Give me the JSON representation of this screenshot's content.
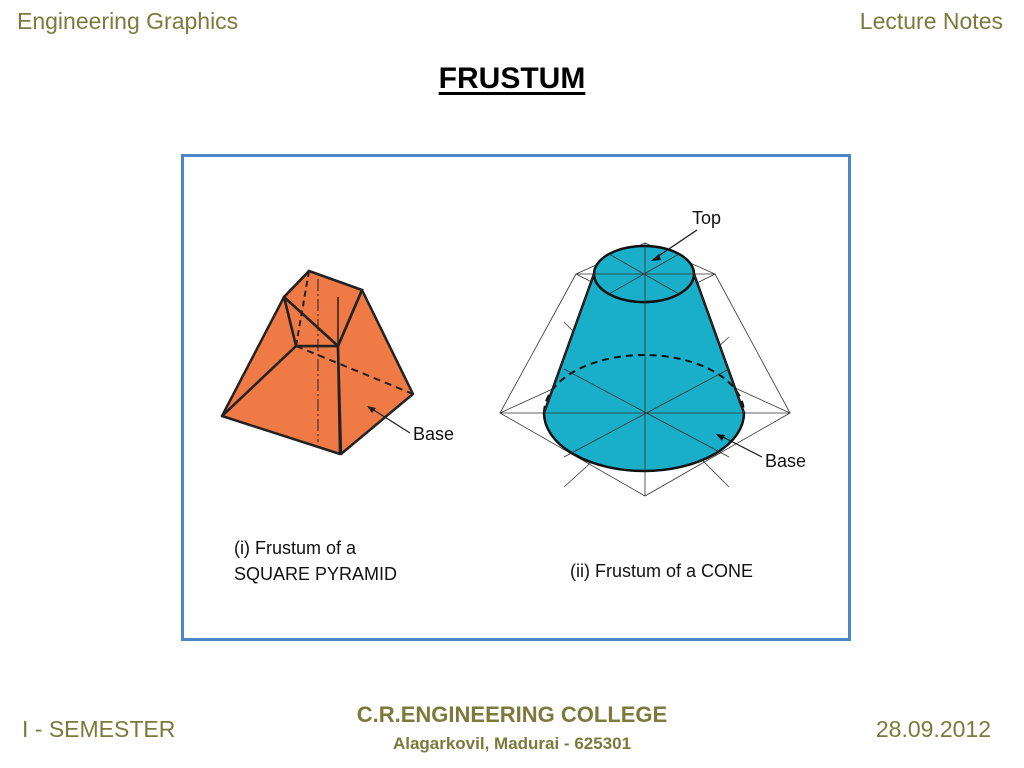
{
  "header": {
    "left_text": "Engineering  Graphics",
    "right_text": "Lecture Notes"
  },
  "title": "FRUSTUM",
  "figure": {
    "pyramid": {
      "color": "#f07a45",
      "base_label": "Base",
      "caption_line1": "(i) Frustum of a",
      "caption_line2": "SQUARE PYRAMID"
    },
    "cone": {
      "color": "#1aafc9",
      "top_label": "Top",
      "base_label": "Base",
      "caption": "(ii) Frustum of a CONE"
    }
  },
  "footer": {
    "left_text": "I - SEMESTER",
    "college_name": "C.R.ENGINEERING COLLEGE",
    "college_address": "Alagarkovil, Madurai - 625301",
    "date": "28.09.2012"
  },
  "colors": {
    "accent_text": "#7b7a3c",
    "frame_border": "#4a86c8"
  }
}
